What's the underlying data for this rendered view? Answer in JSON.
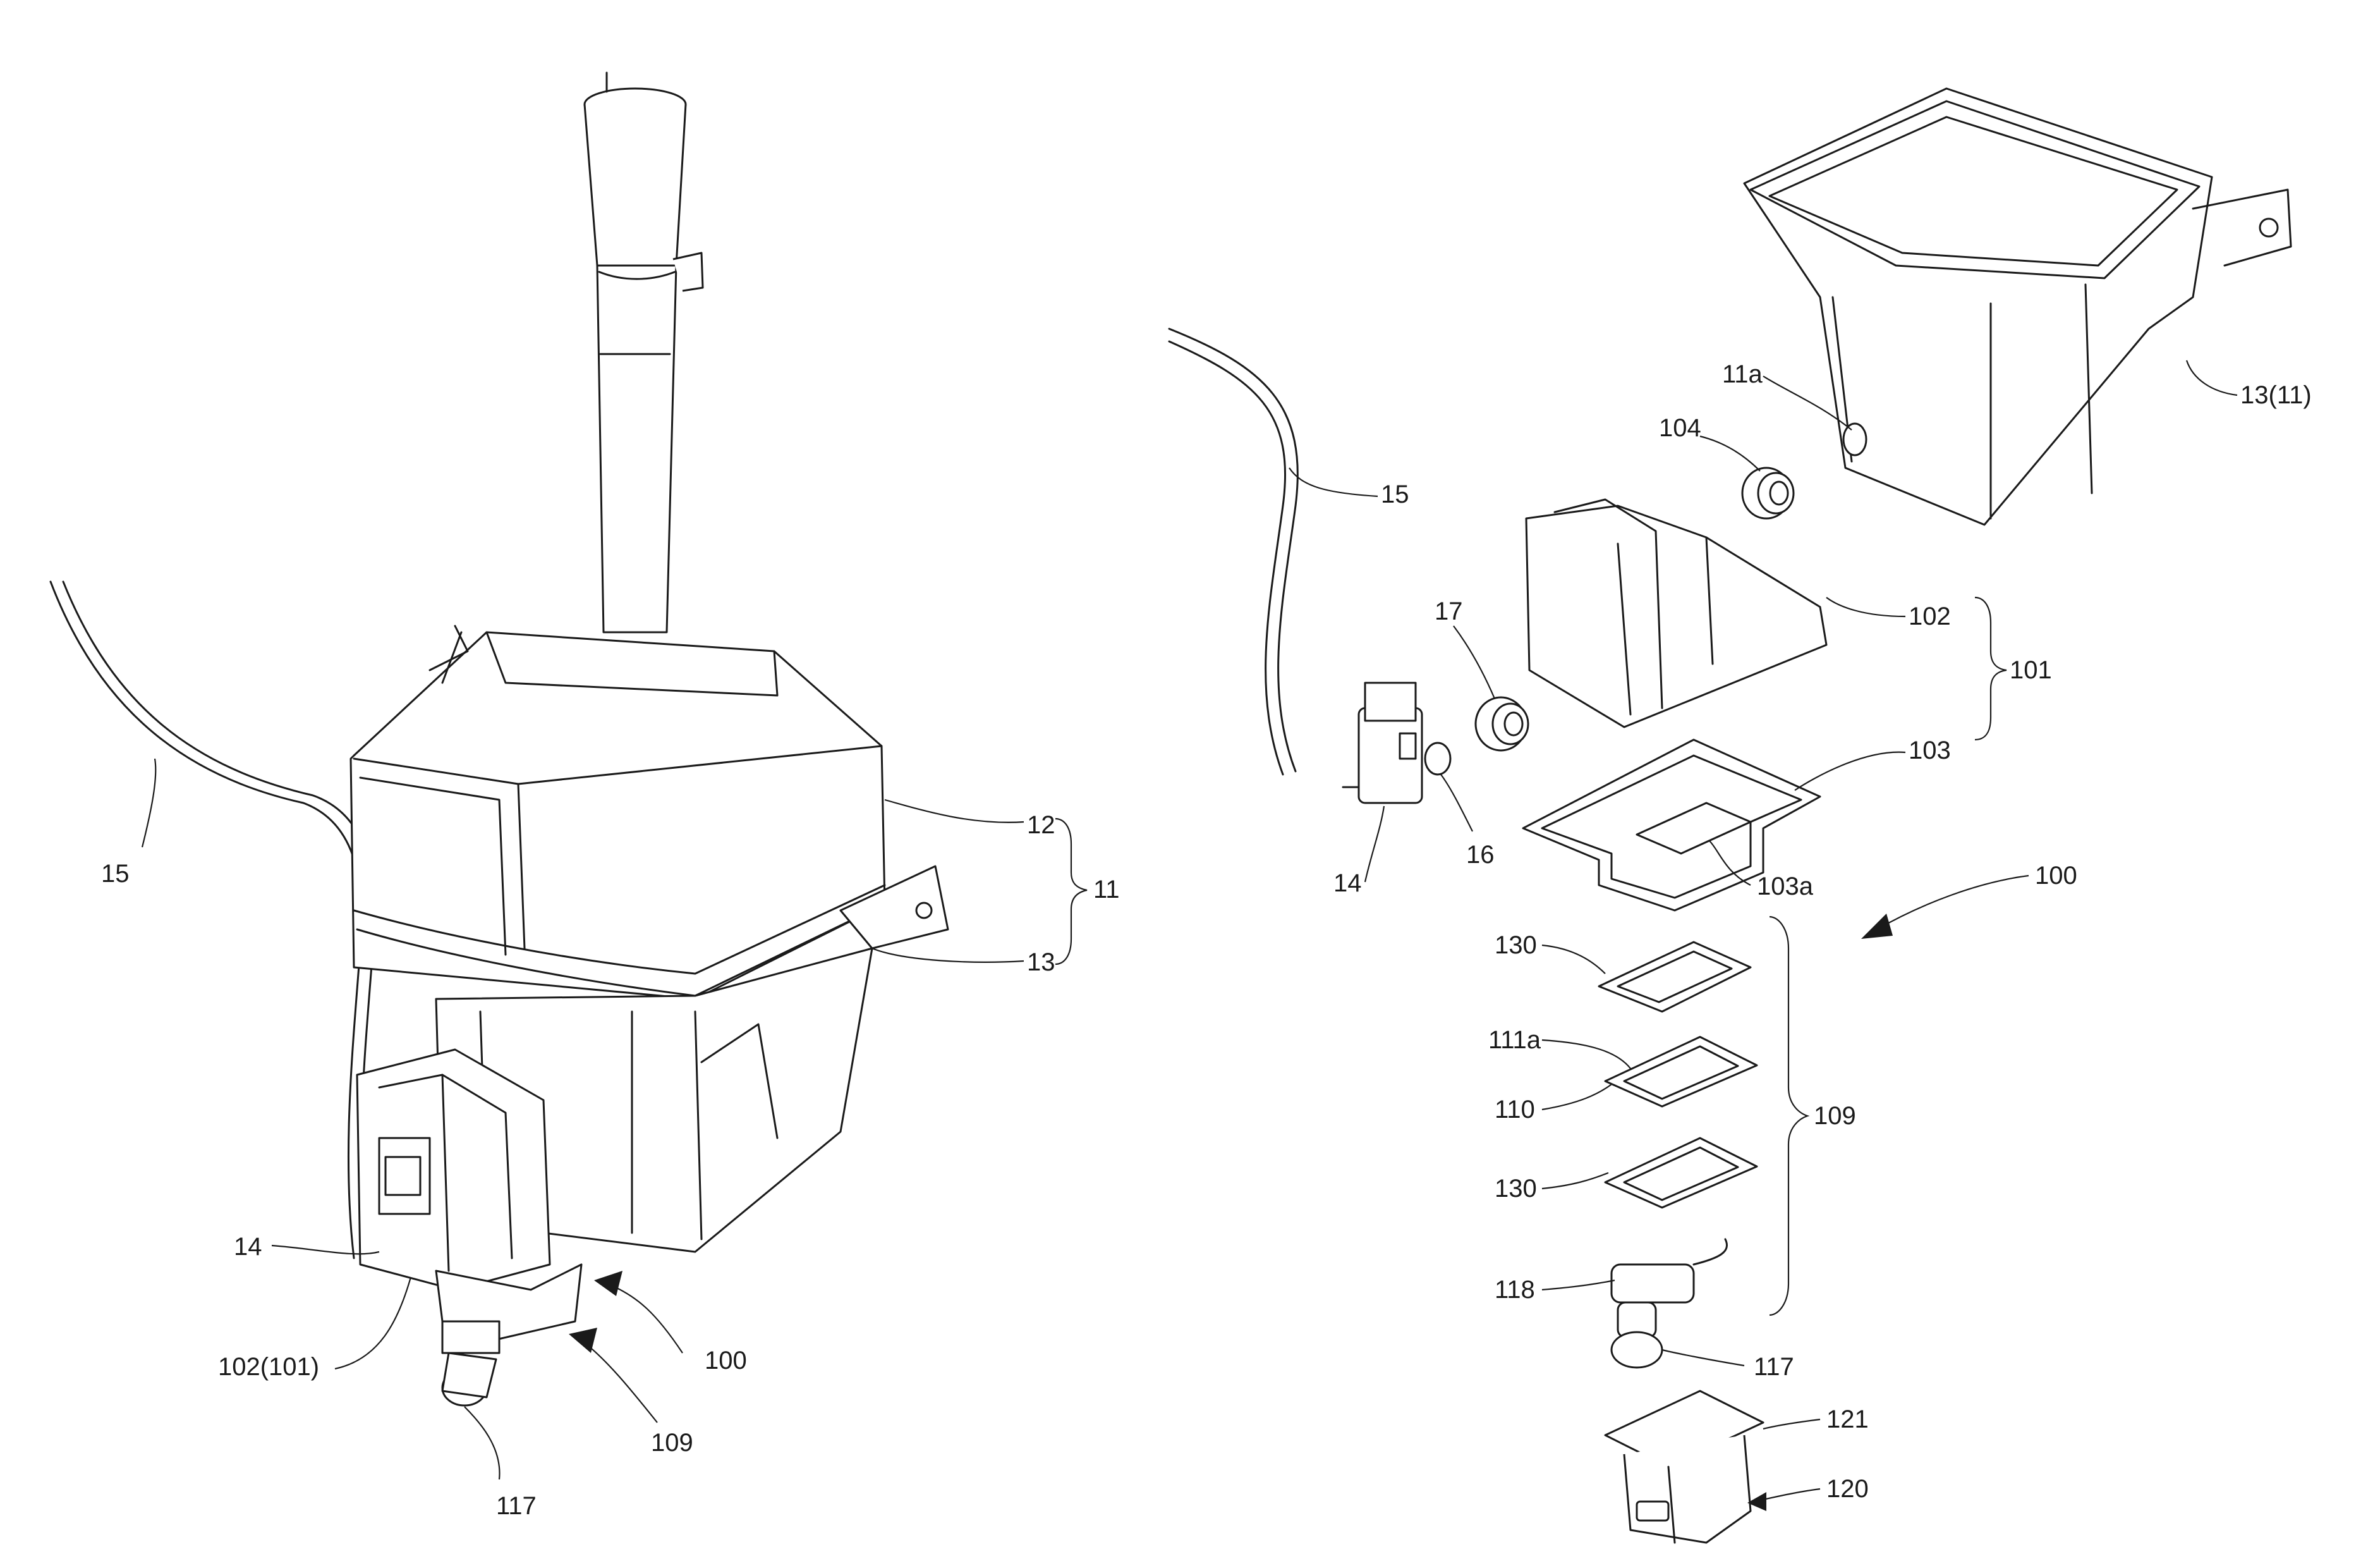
{
  "labels": {
    "l_15_left": "15",
    "l_12": "12",
    "l_11": "11",
    "l_13": "13",
    "l_14_left": "14",
    "l_102_101": "102(101)",
    "l_117_left": "117",
    "l_109_left": "109",
    "l_100_left": "100",
    "l_15_right": "15",
    "l_11a": "11a",
    "l_104": "104",
    "l_13_11": "13(11)",
    "l_17": "17",
    "l_102": "102",
    "l_101": "101",
    "l_103": "103",
    "l_14_right": "14",
    "l_16": "16",
    "l_103a": "103a",
    "l_100_right": "100",
    "l_130_top": "130",
    "l_111a": "111a",
    "l_110": "110",
    "l_109_right": "109",
    "l_130_bottom": "130",
    "l_118": "118",
    "l_117_right": "117",
    "l_121": "121",
    "l_120": "120"
  }
}
